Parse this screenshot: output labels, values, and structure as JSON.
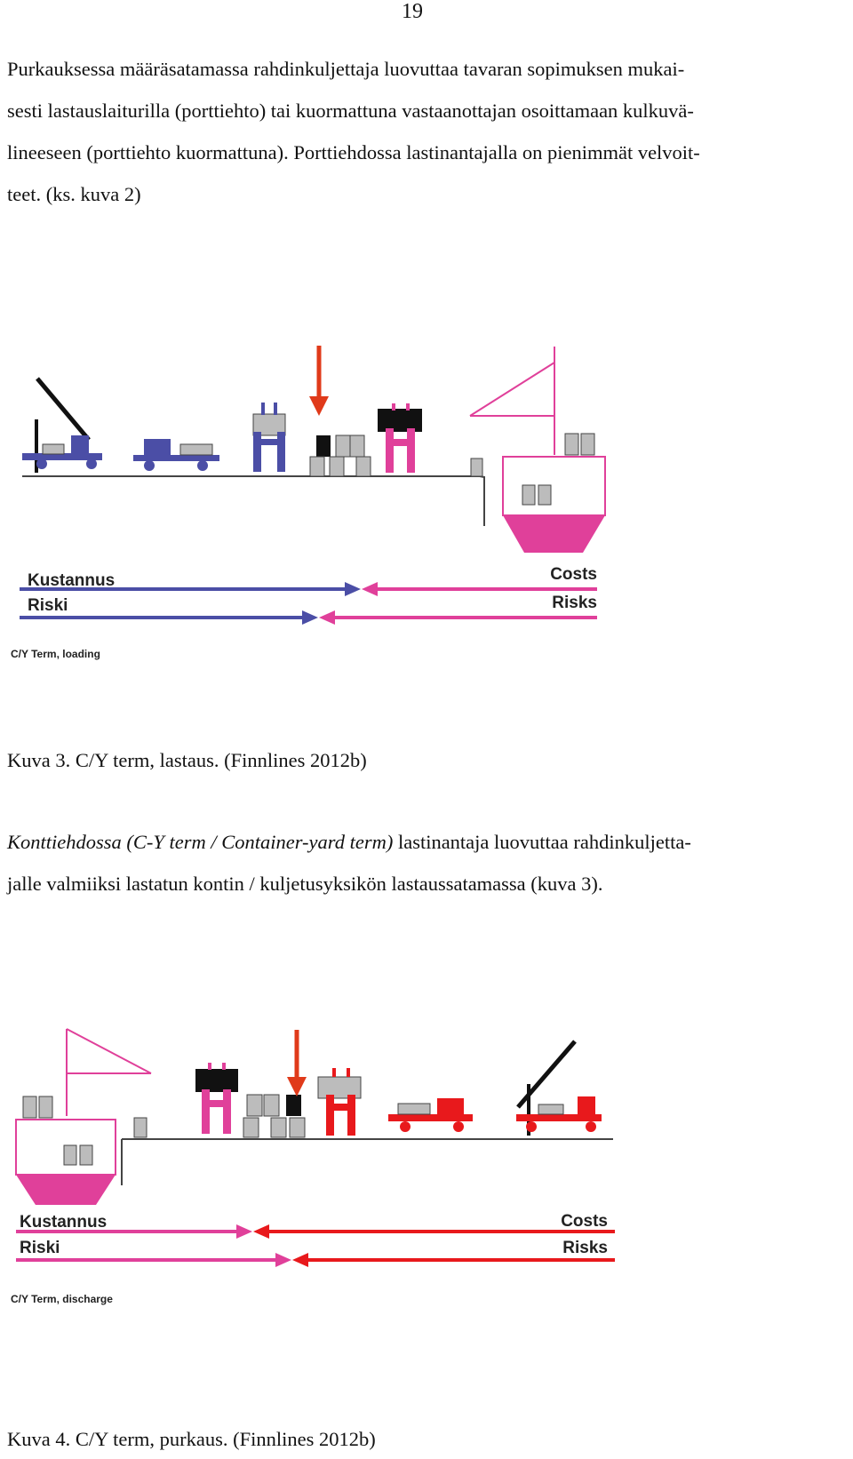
{
  "page": {
    "number": "19"
  },
  "paragraph1": {
    "lines": [
      "Purkauksessa määräsatamassa rahdinkuljettaja luovuttaa tavaran sopimuksen mukai-",
      "sesti lastauslaiturilla (porttiehto) tai kuormattuna vastaanottajan osoittamaan kulkuvä-",
      "lineeseen (porttiehto kuormattuna). Porttiehdossa lastinantajalla on pienimmät velvoit-",
      "teet. (ks. kuva 2)"
    ]
  },
  "figure1": {
    "kustannus": "Kustannus",
    "riski": "Riski",
    "costs": "Costs",
    "risks": "Risks",
    "label": "C/Y Term, loading"
  },
  "caption1": "Kuva 3. C/Y term, lastaus. (Finnlines 2012b)",
  "paragraph2": {
    "italic": "Konttiehdossa (C-Y term / Container-yard term)",
    "rest": " lastinantaja luovuttaa rahdinkuljetta-",
    "line2": "jalle valmiiksi lastatun kontin / kuljetusyksikön lastaussatamassa (kuva 3)."
  },
  "figure2": {
    "kustannus": "Kustannus",
    "riski": "Riski",
    "costs": "Costs",
    "risks": "Risks",
    "label": "C/Y Term, discharge"
  },
  "caption2": "Kuva 4. C/Y term, purkaus. (Finnlines 2012b)",
  "colors": {
    "shipper": "#4b4ea6",
    "carrier": "#e0409a",
    "consignee": "#e8191c",
    "arrow": "#e03a1a",
    "container": "#b9b9b9"
  }
}
